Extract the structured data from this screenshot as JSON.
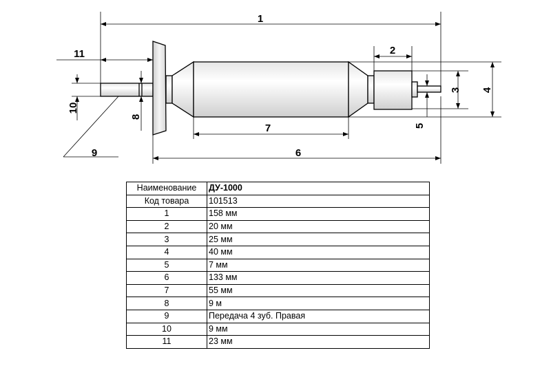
{
  "drawing": {
    "dimension_labels": [
      "1",
      "2",
      "3",
      "4",
      "5",
      "6",
      "7",
      "8",
      "9",
      "10",
      "11"
    ]
  },
  "table": {
    "header": {
      "key": "Наименование",
      "value": "ДУ-1000"
    },
    "rows": [
      {
        "key": "Код товара",
        "value": "101513"
      },
      {
        "key": "1",
        "value": "158 мм"
      },
      {
        "key": "2",
        "value": "20 мм"
      },
      {
        "key": "3",
        "value": "25 мм"
      },
      {
        "key": "4",
        "value": "40 мм"
      },
      {
        "key": "5",
        "value": "7 мм"
      },
      {
        "key": "6",
        "value": "133 мм"
      },
      {
        "key": "7",
        "value": "55 мм"
      },
      {
        "key": "8",
        "value": "9 м"
      },
      {
        "key": "9",
        "value": "Передача 4 зуб. Правая"
      },
      {
        "key": "10",
        "value": "9 мм"
      },
      {
        "key": "11",
        "value": "23 мм"
      }
    ]
  }
}
